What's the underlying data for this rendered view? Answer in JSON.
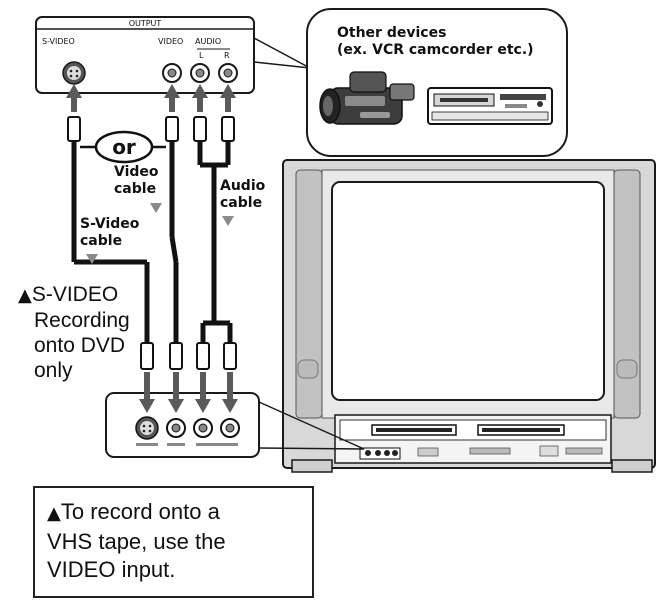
{
  "output_panel": {
    "title": "OUTPUT",
    "svideo_label": "S-VIDEO",
    "video_label": "VIDEO",
    "audio_label": "AUDIO",
    "audio_left": "L",
    "audio_right": "R"
  },
  "devices": {
    "title_line1": "Other devices",
    "title_line2": "(ex. VCR camcorder etc.)"
  },
  "cables": {
    "or_label": "or",
    "video_line1": "Video",
    "video_line2": "cable",
    "audio_line1": "Audio",
    "audio_line2": "cable",
    "svideo_line1": "S-Video",
    "svideo_line2": "cable"
  },
  "warnings": {
    "svideo_note_line1": "S-VIDEO",
    "svideo_note_line2": "Recording",
    "svideo_note_line3": "onto DVD",
    "svideo_note_line4": "only",
    "vhs_note_line1": "To record onto a",
    "vhs_note_line2": "VHS tape, use the",
    "vhs_note_line3": "VIDEO input.",
    "warning_glyph": "▲"
  },
  "colors": {
    "line": "#1a1a1a",
    "arrow": "#5a5a5a",
    "cable_arrow": "#8a8a8a",
    "tv_body": "#d8d8d8",
    "tv_screen": "#ffffff"
  }
}
